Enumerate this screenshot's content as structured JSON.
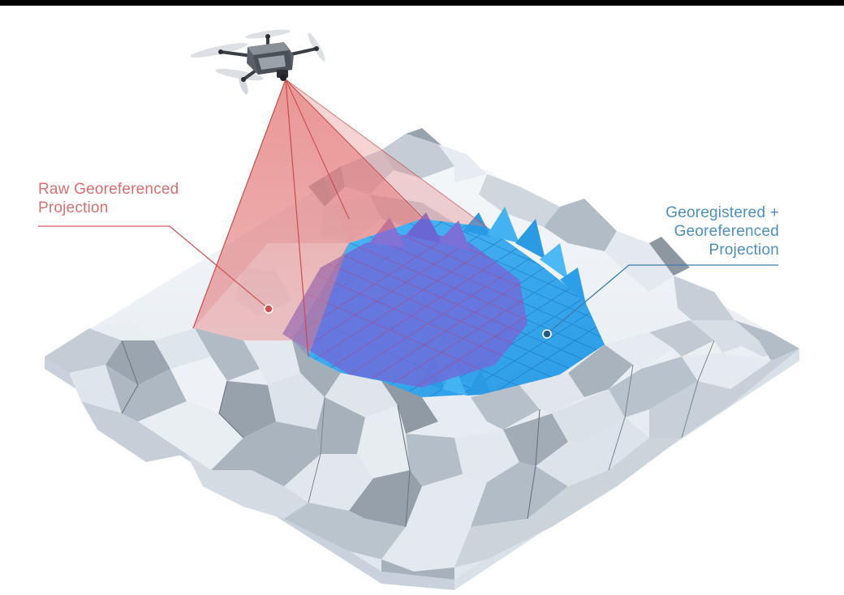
{
  "labels": {
    "raw": {
      "line1": "Raw Georeferenced",
      "line2": "Projection",
      "color": "#d9706f"
    },
    "georegistered": {
      "line1": "Georegistered +",
      "line2": "Georeferenced",
      "line3": "Projection",
      "color": "#4d8fbd"
    }
  },
  "colors": {
    "top_bar": "#000000",
    "terrain_light": "#eef3f8",
    "terrain_mid": "#b9c3cd",
    "terrain_dark": "#7f8a95",
    "red_projection": "#e48a8a",
    "blue_projection": "#3aa8ee",
    "violet_overlap": "#6a6ad8"
  },
  "icons": {
    "drone": "drone-icon"
  }
}
